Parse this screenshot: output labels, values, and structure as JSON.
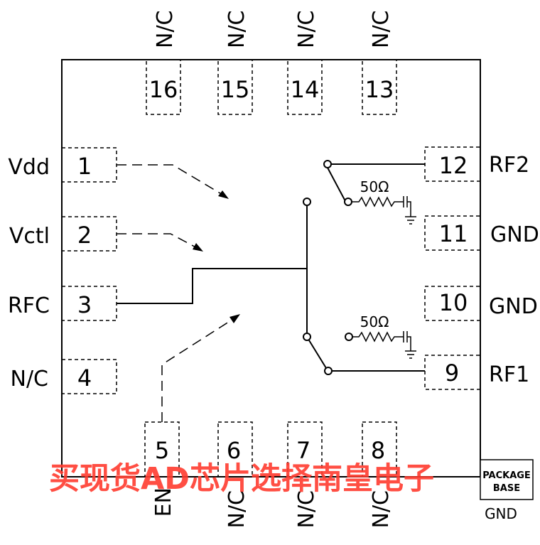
{
  "colors": {
    "line": "#000000",
    "background": "#ffffff",
    "watermark": "#ff3b2f"
  },
  "pins": {
    "top": [
      {
        "number": "16",
        "label": "N/C"
      },
      {
        "number": "15",
        "label": "N/C"
      },
      {
        "number": "14",
        "label": "N/C"
      },
      {
        "number": "13",
        "label": "N/C"
      }
    ],
    "left": [
      {
        "number": "1",
        "label": "Vdd"
      },
      {
        "number": "2",
        "label": "Vctl"
      },
      {
        "number": "3",
        "label": "RFC"
      },
      {
        "number": "4",
        "label": "N/C"
      }
    ],
    "right": [
      {
        "number": "12",
        "label": "RF2"
      },
      {
        "number": "11",
        "label": "GND"
      },
      {
        "number": "10",
        "label": "GND"
      },
      {
        "number": "9",
        "label": "RF1"
      }
    ],
    "bottom": [
      {
        "number": "5",
        "label": "EN"
      },
      {
        "number": "6",
        "label": "N/C"
      },
      {
        "number": "7",
        "label": "N/C"
      },
      {
        "number": "8",
        "label": "N/C"
      }
    ]
  },
  "terminations": [
    {
      "value": "50Ω"
    },
    {
      "value": "50Ω"
    }
  ],
  "package_base": {
    "line1": "PACKAGE",
    "line2": "BASE",
    "ground_label": "GND"
  },
  "watermark": "买现货AD芯片选择南皇电子"
}
